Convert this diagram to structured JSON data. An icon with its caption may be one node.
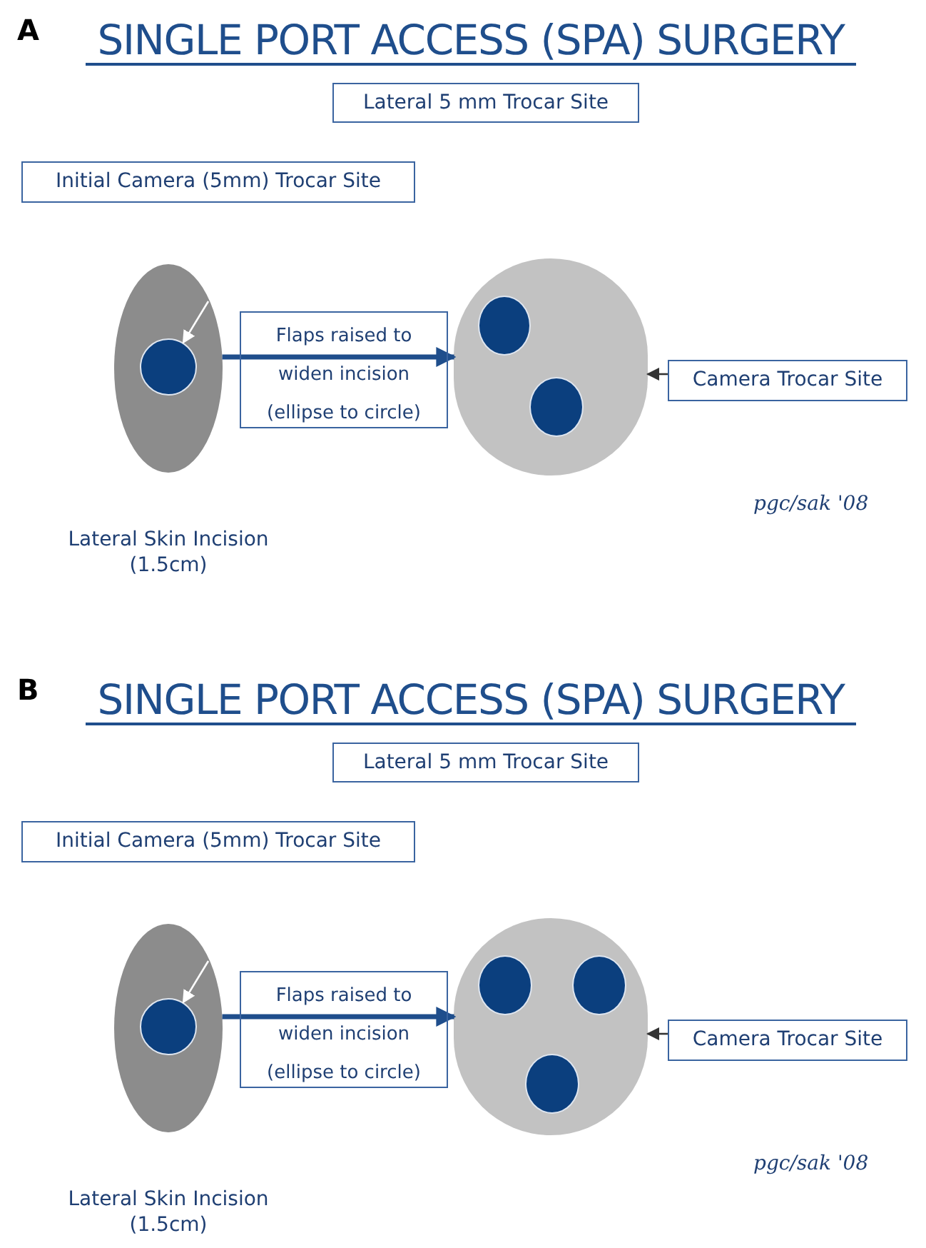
{
  "diagram": {
    "nodes": [
      {
        "text": [
          "Lateral 5 mm Trocar Site"
        ]
      },
      {
        "text": [
          "Initial Camera (5mm) Trocar Site"
        ]
      },
      {
        "text": [],
        "shape": "ellipse",
        "beside": [
          "Lateral Skin Incision (1.5cm)"
        ]
      },
      {
        "text": [],
        "shape": "circle",
        "in": 2
      },
      {
        "text": [],
        "shape": "circle"
      },
      {
        "text": [],
        "shape": "circle",
        "in": 4
      },
      {
        "text": [],
        "shape": "circle",
        "in": 4
      },
      {
        "text": [
          "Camera Trocar Site"
        ]
      },
      {
        "text": [
          "Lateral 5 mm Trocar Site"
        ]
      },
      {
        "text": [
          "Initial Camera (5mm) Trocar Site"
        ]
      },
      {
        "text": [],
        "shape": "ellipse",
        "beside": [
          "Lateral Skin Incision (1.5cm)"
        ]
      },
      {
        "text": [],
        "shape": "circle",
        "in": 10
      },
      {
        "text": [],
        "shape": "circle"
      },
      {
        "text": [],
        "shape": "circle",
        "in": 12
      },
      {
        "text": [],
        "shape": "circle",
        "in": 12
      },
      {
        "text": [],
        "shape": "circle",
        "in": 12
      },
      {
        "text": [
          "Camera Trocar Site"
        ]
      }
    ],
    "edges": [
      {
        "from": 2,
        "to": 4,
        "arrow": "to",
        "style": "thick",
        "label": "Flaps raised to widen incision (ellipse to circle)"
      },
      {
        "from": 7,
        "to": 4,
        "arrow": "to",
        "color": "#333333"
      },
      {
        "from": null,
        "to": 3,
        "arrow": "to",
        "color": "#ffffff"
      },
      {
        "from": 10,
        "to": 12,
        "arrow": "to",
        "style": "thick",
        "label": "Flaps raised to widen incision (ellipse to circle)"
      },
      {
        "from": 16,
        "to": 12,
        "arrow": "to",
        "color": "#333333"
      },
      {
        "from": null,
        "to": 11,
        "arrow": "to",
        "color": "#ffffff"
      }
    ],
    "labels": [
      "A",
      "SINGLE PORT ACCESS (SPA) SURGERY",
      "pgc/sak '08",
      "B",
      "SINGLE PORT ACCESS (SPA) SURGERY",
      "pgc/sak '08"
    ]
  }
}
